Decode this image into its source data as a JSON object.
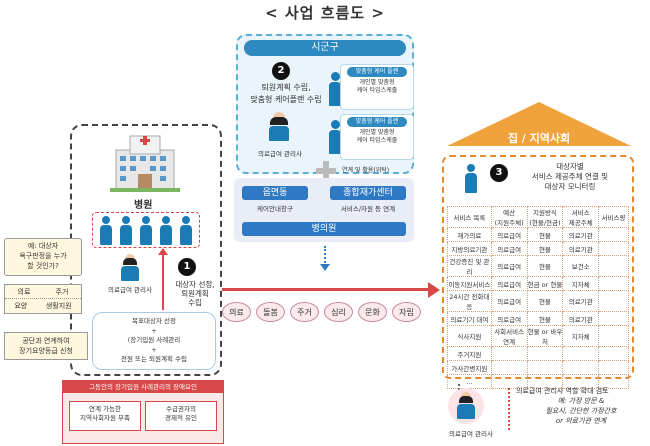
{
  "title": "< 사업 흐름도 >",
  "sigungu": {
    "title": "시군구",
    "step_number": "2",
    "desc_line1": "퇴원계획 수립,",
    "desc_line2": "맞춤형 케어플랜 수립",
    "manager_label": "의료급여 관리사",
    "care_boxes": [
      {
        "tag": "맞춤형 케어 플랜",
        "line1": "개인별 맞춤형",
        "line2": "케어 타입스케줄"
      },
      {
        "tag": "맞춤형 케어 플랜",
        "line1": "개인별 맞춤형",
        "line2": "케어 타입스케줄"
      }
    ]
  },
  "link_text": "연계 및 활용(위탁)",
  "center_panel": {
    "eup_label": "읍면동",
    "eup_sub": "케어안내창구",
    "center_label": "종합재가센터",
    "center_sub": "서비스/자원 등 연계",
    "clinic_label": "병의원"
  },
  "hospital": {
    "label": "병원",
    "step_number": "1",
    "manager_label": "의료급여 관리사",
    "action_line1": "대상자 선정,",
    "action_line2": "퇴원계획",
    "action_line3": "수립",
    "goal_line1": "목표대상자 선정",
    "goal_plus1": "+",
    "goal_line2": "(장기입원 사례관리",
    "goal_plus2": "+",
    "goal_line3": "전원 또는 퇴원계획 수립"
  },
  "question_bubble": {
    "line1": "예: 대상자",
    "line2": "욕구판정을 누가",
    "line3": "할 것인가?"
  },
  "need_table": {
    "row1": [
      "의료",
      "주거"
    ],
    "row2": [
      "요양",
      "생활지원"
    ]
  },
  "public_note": {
    "line1": "공단과 연계하여",
    "line2": "장기요양등급 신청"
  },
  "cause_box": {
    "header": "그동안의 장기입원 사례관리의 장애요인",
    "left_line1": "연계 가능한",
    "left_line2": "지역사회자원 부족",
    "right_line1": "수급권자의",
    "right_line2": "경제적 유인"
  },
  "services": [
    "의료",
    "돌봄",
    "주거",
    "심리",
    "문화",
    "자립"
  ],
  "home": {
    "title": "집 / 지역사회",
    "step_number": "3",
    "desc_line1": "대상자별",
    "desc_line2": "서비스 제공주체 연결 및",
    "desc_line3": "대상자 모니터링",
    "table_headers": [
      "서비스 목록",
      "예산\n(지원주체)",
      "지원방식\n(현물/현금)",
      "서비스\n제공주체",
      "서비스량"
    ],
    "table_rows": [
      [
        "재가의료",
        "의료급여",
        "현물",
        "의료기관",
        ""
      ],
      [
        "지방의료기관",
        "의료급여",
        "현물",
        "의료기관",
        ""
      ],
      [
        "건강증진 및 관리",
        "의료급여",
        "현물",
        "보건소",
        ""
      ],
      [
        "이동지원서비스",
        "의료급여",
        "현금 or 현물",
        "지자체",
        ""
      ],
      [
        "24시간 전화대응",
        "의료급여",
        "현물",
        "의료기관",
        ""
      ],
      [
        "의료기기 대여",
        "의료급여",
        "현물",
        "의료기관",
        ""
      ],
      [
        "식사지원",
        "사회서비스연계",
        "현물 or 바우처",
        "지자체",
        ""
      ],
      [
        "주거지원",
        "",
        "",
        "",
        ""
      ],
      [
        "가사간병지원",
        "",
        "",
        "",
        ""
      ],
      [
        "...",
        "",
        "",
        "",
        ""
      ]
    ]
  },
  "bottom_note": {
    "manager_label": "의료급여 관리사",
    "line1": "의료급여 관리사 역할 확대 검토",
    "line2": "예: 가정 방문 &",
    "line3": "필요시, 간단한 가정간호",
    "line4": "or 의료기관 연계"
  },
  "colors": {
    "primary_blue": "#1a7bb5",
    "orange": "#f0a23c",
    "red": "#d84848"
  }
}
